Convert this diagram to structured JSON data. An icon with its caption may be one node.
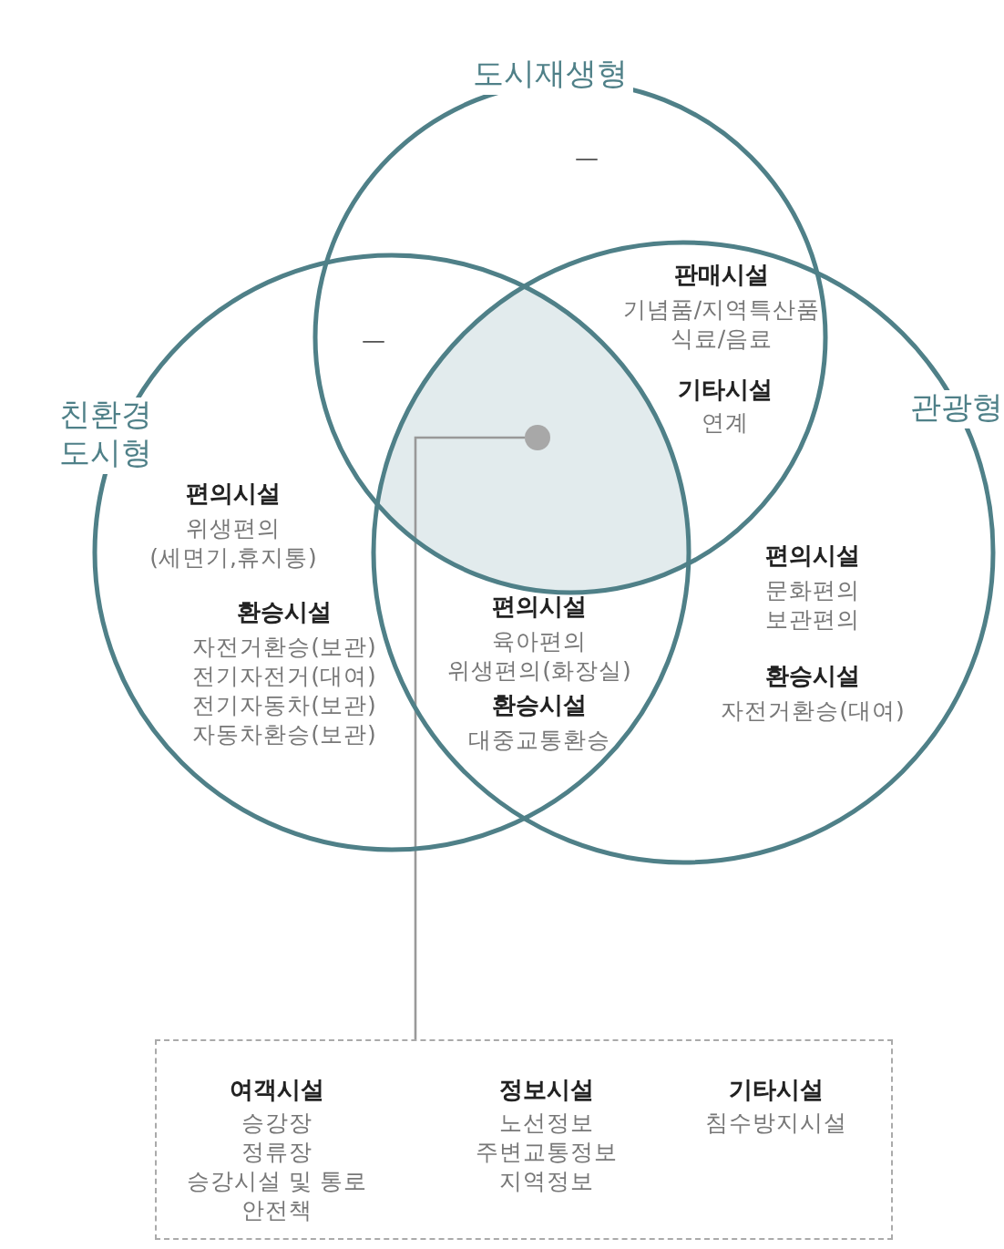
{
  "diagram": {
    "nodes": [
      {
        "text": [
          "도시재생형"
        ]
      },
      {
        "text": [
          "친환경 도시형"
        ]
      },
      {
        "text": [
          "관광형"
        ]
      },
      {
        "text": [],
        "shape": "circle"
      },
      {
        "text": [
          "여객시설",
          "승강장 정류장 승강시설 및 통로 안전책",
          "정보시설",
          "노선정보 주변교통정보 지역정보",
          "기타시설",
          "침수방지시설"
        ]
      }
    ],
    "edges": [
      {
        "from": 3,
        "to": 4,
        "arrow": "none"
      }
    ],
    "labels": [
      "—",
      "판매시설",
      "기념품/지역특산품 식료/음료",
      "—",
      "기타시설",
      "연계",
      "편의시설",
      "위생편의 (세면기,휴지통)",
      "편의시설",
      "문화편의 보관편의",
      "환승시설",
      "자전거환승(보관) 전기자전거(대여) 전기자동차(보관) 자동차환승(보관)",
      "편의시설",
      "육아편의 위생편의(화장실)",
      "환승시설",
      "자전거환승(대여)",
      "환승시설",
      "대중교통환승"
    ]
  }
}
